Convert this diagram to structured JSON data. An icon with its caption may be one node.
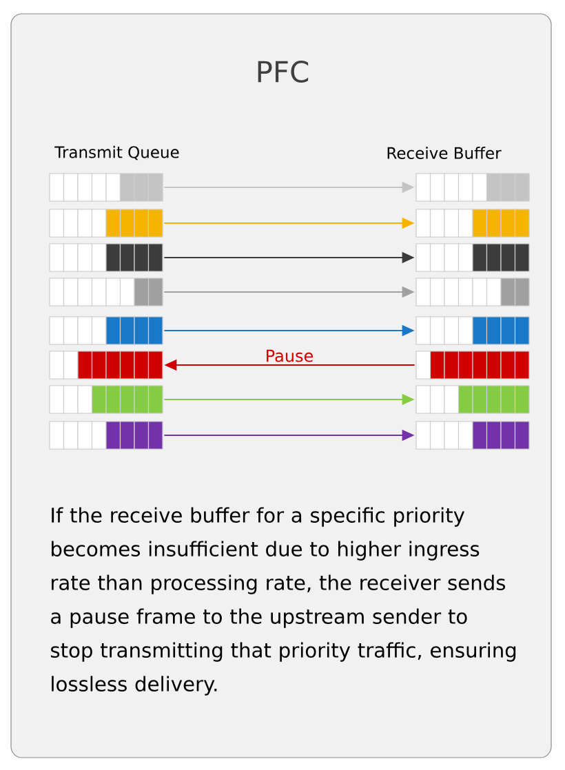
{
  "diagram": {
    "title": "PFC",
    "caption": "If the receive buffer for a specific priority becomes insufficient due to higher ingress rate than processing rate, the receiver sends a pause frame to the upstream sender to stop transmitting that priority traffic, ensuring lossless delivery.",
    "nodes": [
      {
        "text": [],
        "shape": "bar"
      },
      {
        "text": [],
        "shape": "bar"
      },
      {
        "text": [],
        "shape": "bar"
      },
      {
        "text": [],
        "shape": "bar"
      },
      {
        "text": [],
        "shape": "bar"
      },
      {
        "text": [],
        "shape": "bar"
      },
      {
        "text": [],
        "shape": "bar"
      },
      {
        "text": [],
        "shape": "bar"
      },
      {
        "text": [],
        "shape": "bar"
      },
      {
        "text": [],
        "shape": "bar"
      },
      {
        "text": [],
        "shape": "bar"
      },
      {
        "text": [],
        "shape": "bar"
      },
      {
        "text": [],
        "shape": "bar"
      },
      {
        "text": [],
        "shape": "bar"
      },
      {
        "text": [],
        "shape": "bar"
      },
      {
        "text": [],
        "shape": "bar"
      }
    ],
    "edges": [
      {
        "from": 0,
        "to": 1,
        "arrow": "to",
        "color": "#c4c4c4"
      },
      {
        "from": 2,
        "to": 3,
        "arrow": "to",
        "color": "#f5b400"
      },
      {
        "from": 4,
        "to": 5,
        "arrow": "to",
        "color": "#3c3c3c"
      },
      {
        "from": 6,
        "to": 7,
        "arrow": "to",
        "color": "#a0a0a0"
      },
      {
        "from": 8,
        "to": 9,
        "arrow": "to",
        "color": "#1a78c8"
      },
      {
        "from": 11,
        "to": 10,
        "arrow": "to",
        "color": "#d00000",
        "label": "Pause"
      },
      {
        "from": 12,
        "to": 13,
        "arrow": "to",
        "color": "#84cc44"
      },
      {
        "from": 14,
        "to": 15,
        "arrow": "to",
        "color": "#7432a8"
      }
    ],
    "labels": [
      "Transmit Queue",
      "Receive Buffer"
    ]
  }
}
